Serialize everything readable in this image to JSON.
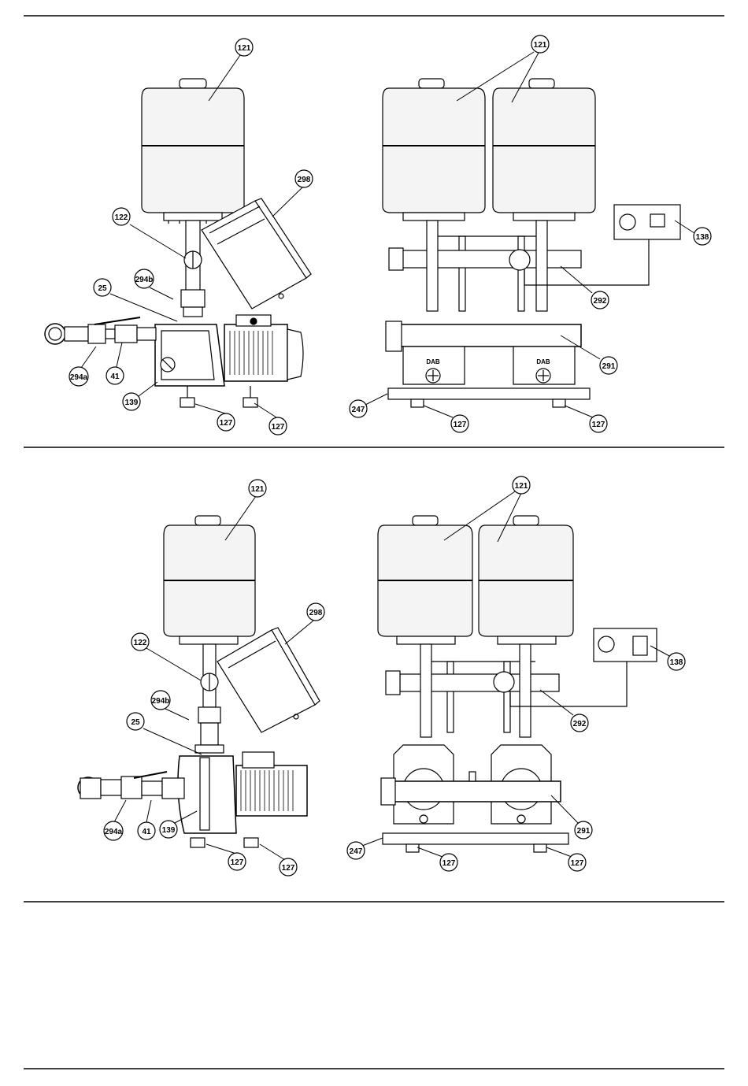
{
  "panels": {
    "top_left": {
      "callouts": [
        "121",
        "298",
        "122",
        "294b",
        "25",
        "294a",
        "41",
        "139",
        "127",
        "127"
      ]
    },
    "top_right": {
      "callouts": [
        "121",
        "138",
        "292",
        "291",
        "247",
        "127",
        "127"
      ],
      "pump_label_1": "DAB",
      "pump_label_2": "DAB"
    },
    "bottom_left": {
      "callouts": [
        "121",
        "298",
        "122",
        "294b",
        "25",
        "294a",
        "41",
        "139",
        "127",
        "127"
      ]
    },
    "bottom_right": {
      "callouts": [
        "121",
        "138",
        "292",
        "291",
        "247",
        "127",
        "127"
      ]
    }
  },
  "colors": {
    "line": "#000000",
    "fill": "#ffffff",
    "tank": "#f2f2f2",
    "motor": "#dcdcdc"
  }
}
